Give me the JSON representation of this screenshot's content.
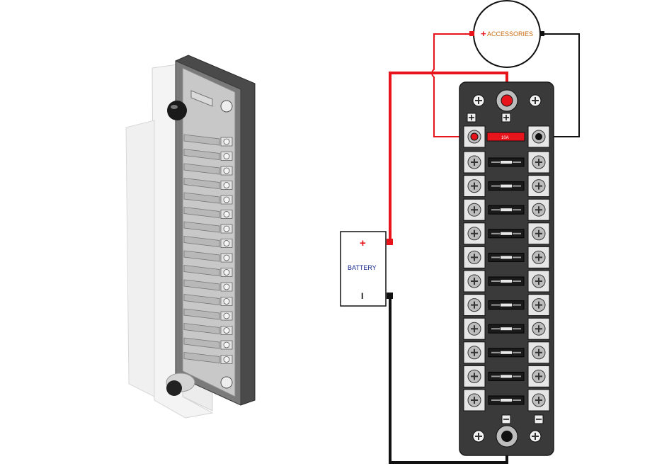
{
  "labels": {
    "accessories": "ACCESSORIES",
    "accessories_plus": "+",
    "battery": "BATTERY",
    "battery_plus": "+",
    "battery_minus": "I",
    "fuse_rating": "10A"
  },
  "fuse_rows": 12,
  "colors": {
    "positive_wire": "#e8141c",
    "negative_wire": "#111111",
    "panel": "#3a3a3a",
    "accessories_text": "#c86a10",
    "battery_text": "#1a2c8c"
  },
  "icons": [
    "plus-terminal-icon",
    "minus-terminal-icon",
    "screw-icon",
    "fuse-icon"
  ]
}
